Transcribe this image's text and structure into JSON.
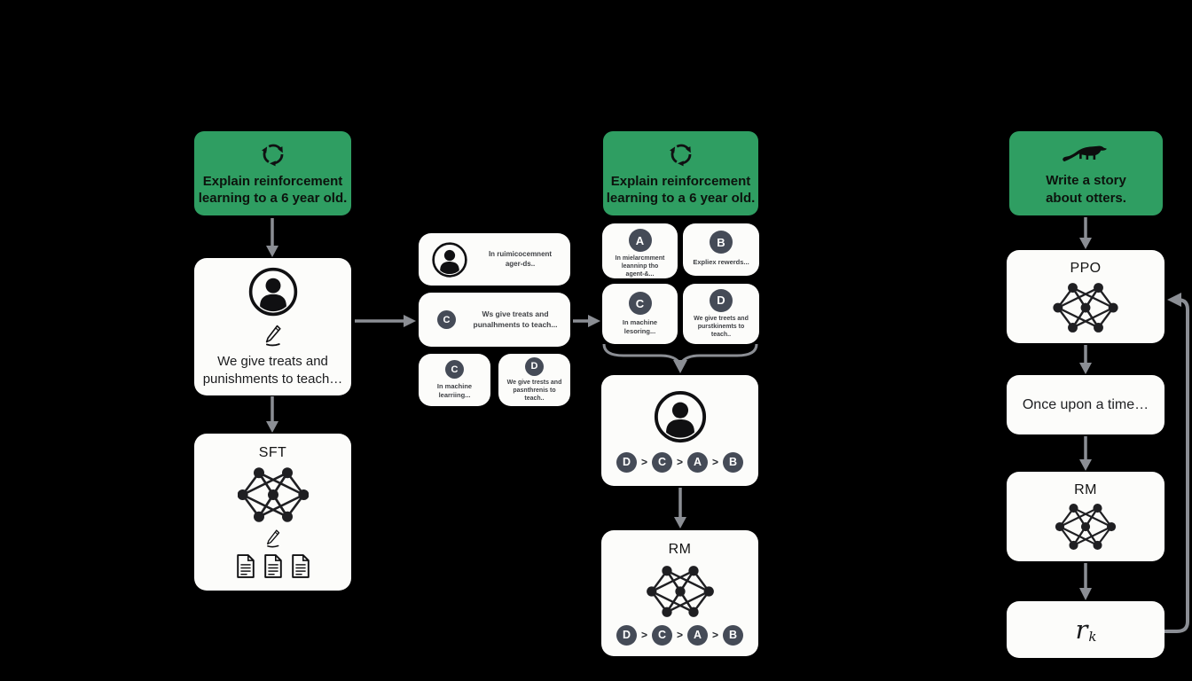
{
  "colors": {
    "background": "#000000",
    "prompt_green": "#2f9e62",
    "card_white": "#fcfcfa",
    "badge_dark": "#454b57",
    "arrow_gray": "#8b8e94",
    "text_dark": "#141414"
  },
  "icons": {
    "prompt_sft": "recycle-icon",
    "prompt_rm": "recycle-icon",
    "prompt_ppo": "otter-icon",
    "labeler": "user-icon",
    "write": "pencil-icon",
    "demos": "document-icon",
    "model": "neural-net-icon"
  },
  "sft_col": {
    "prompt": "Explain reinforcement\nlearning to a 6 year old.",
    "demo": "We give treats and\npunishments to teach…",
    "model_label": "SFT"
  },
  "stack": {
    "s1_text": "In ruimicocemnent\nager-ds..",
    "s2_letter": "C",
    "s2_text": "Ws give treats and\npunalhments to teach...",
    "s3_letter": "C",
    "s3_text": "In machine\nlearriing...",
    "s4_letter": "D",
    "s4_text": "We give trests and\npasnthrenis to\nteach.."
  },
  "rm_col": {
    "prompt": "Explain reinforcement\nlearning to a 6 year old.",
    "samples": [
      {
        "letter": "A",
        "text": "In mielarcmment\nleanninp tho\nagent-&..."
      },
      {
        "letter": "B",
        "text": "Expliex rewerds..."
      },
      {
        "letter": "C",
        "text": "In machine\nlesoring..."
      },
      {
        "letter": "D",
        "text": "We give treets and\npurstkinemts to\nteach.."
      }
    ],
    "ranking": [
      "D",
      "C",
      "A",
      "B"
    ],
    "model_label": "RM"
  },
  "ppo_col": {
    "prompt": "Write a story\nabout otters.",
    "model_label": "PPO",
    "output": "Once upon a time…",
    "rm_label": "RM",
    "reward_base": "r",
    "reward_sub": "k"
  },
  "sym": {
    "gt": ">"
  }
}
